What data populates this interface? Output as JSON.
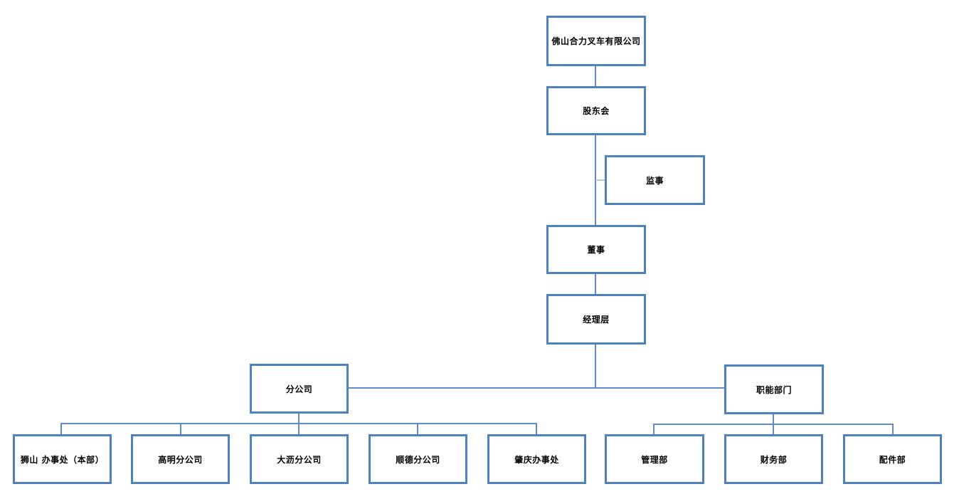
{
  "diagram": {
    "type": "org-chart",
    "nodes": {
      "company": {
        "label": "佛山合力叉车有限公司"
      },
      "shareholders": {
        "label": "股东会"
      },
      "supervisor": {
        "label": "监事"
      },
      "director": {
        "label": "董事"
      },
      "management": {
        "label": "经理层"
      },
      "branches": {
        "label": "分公司"
      },
      "functional": {
        "label": "职能部门"
      },
      "shishan": {
        "label": "狮山 办事处（本部）"
      },
      "gaoming": {
        "label": "高明分公司"
      },
      "dali": {
        "label": "大沥分公司"
      },
      "shunde": {
        "label": "顺德分公司"
      },
      "zhaoqing": {
        "label": "肇庆办事处"
      },
      "admin_dept": {
        "label": "管理部"
      },
      "finance_dept": {
        "label": "财务部"
      },
      "parts_dept": {
        "label": "配件部"
      }
    },
    "edges": [
      [
        "company",
        "shareholders"
      ],
      [
        "shareholders",
        "director"
      ],
      [
        "shareholders",
        "supervisor"
      ],
      [
        "director",
        "management"
      ],
      [
        "management",
        "branches"
      ],
      [
        "management",
        "functional"
      ],
      [
        "branches",
        "shishan"
      ],
      [
        "branches",
        "gaoming"
      ],
      [
        "branches",
        "dali"
      ],
      [
        "branches",
        "shunde"
      ],
      [
        "branches",
        "zhaoqing"
      ],
      [
        "functional",
        "admin_dept"
      ],
      [
        "functional",
        "finance_dept"
      ],
      [
        "functional",
        "parts_dept"
      ]
    ],
    "colors": {
      "box_border": "#4F81BD",
      "connector": "#5E8DC5",
      "connector_light": "#B3C9E3",
      "text": "#000000",
      "background": "#FFFFFF"
    }
  }
}
